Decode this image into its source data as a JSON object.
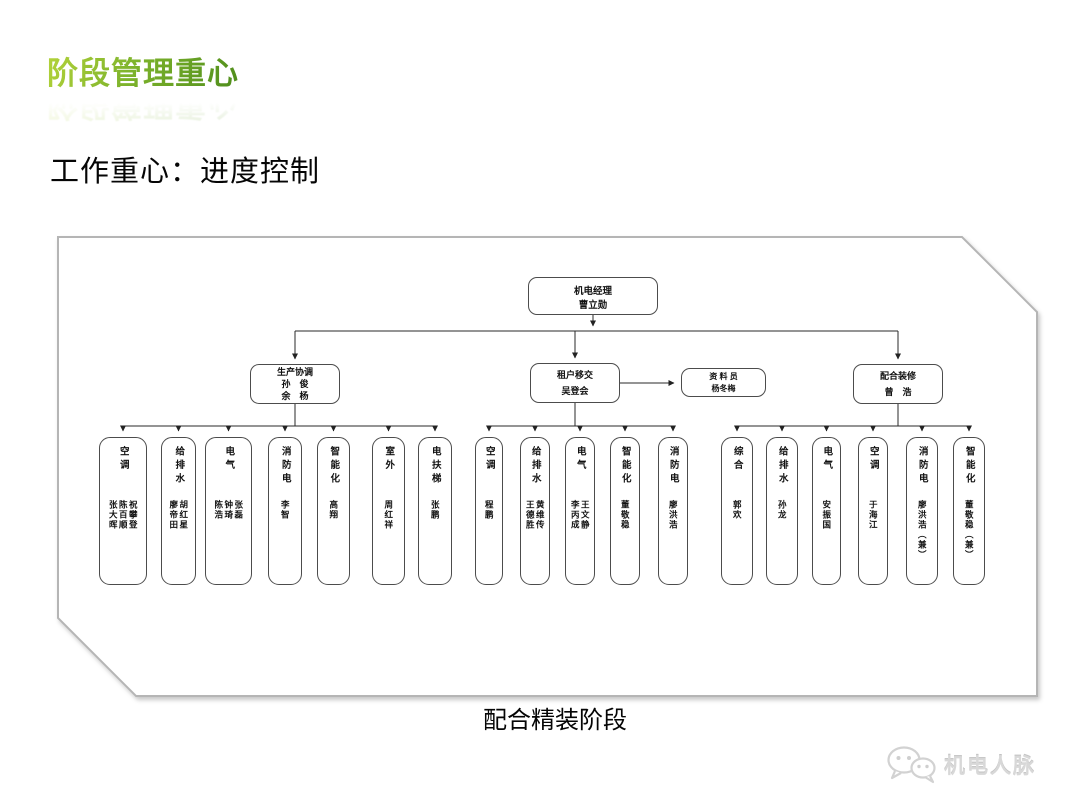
{
  "slide": {
    "title": "阶段管理重心",
    "subtitle": "工作重心：进度控制",
    "caption": "配合精装阶段",
    "watermark": "机电人脉"
  },
  "org": {
    "root": {
      "role": "机电经理",
      "name": "曹立勋"
    },
    "managers": [
      {
        "line1": "生产协调",
        "line2": "孙　俊",
        "line3": "余　杨"
      },
      {
        "line1": "租户移交",
        "line2": "吴登会"
      },
      {
        "line1": "配合装修",
        "line2": "曾　浩"
      }
    ],
    "staff": {
      "role": "资 料 员",
      "name": "杨冬梅"
    },
    "groups": [
      {
        "columns": [
          {
            "dept": "空调",
            "names": [
              "祝攀登",
              "陈百顺",
              "张大晖"
            ]
          },
          {
            "dept": "给排水",
            "names": [
              "胡红星",
              "廖帝田"
            ]
          },
          {
            "dept": "电气",
            "names": [
              "张磊",
              "钟琦",
              "陈浩"
            ]
          },
          {
            "dept": "消防电",
            "names": [
              "李智"
            ]
          },
          {
            "dept": "智能化",
            "names": [
              "高翔"
            ]
          },
          {
            "dept": "室外",
            "names": [
              "周红祥"
            ]
          },
          {
            "dept": "电扶梯",
            "names": [
              "张鹏"
            ]
          }
        ]
      },
      {
        "columns": [
          {
            "dept": "空调",
            "names": [
              "程鹏"
            ]
          },
          {
            "dept": "给排水",
            "names": [
              "黄维传",
              "王德胜"
            ]
          },
          {
            "dept": "电气",
            "names": [
              "王文静",
              "李丙成"
            ]
          },
          {
            "dept": "智能化",
            "names": [
              "董敬稳"
            ]
          },
          {
            "dept": "消防电",
            "names": [
              "廖洪浩"
            ]
          }
        ]
      },
      {
        "columns": [
          {
            "dept": "综合",
            "names": [
              "郭欢"
            ]
          },
          {
            "dept": "给排水",
            "names": [
              "孙龙"
            ]
          },
          {
            "dept": "电气",
            "names": [
              "安振国"
            ]
          },
          {
            "dept": "空调",
            "names": [
              "于海江"
            ]
          },
          {
            "dept": "消防电",
            "names": [
              "廖洪浩（兼）"
            ]
          },
          {
            "dept": "智能化",
            "names": [
              "董敬稳（兼）"
            ]
          }
        ]
      }
    ]
  }
}
